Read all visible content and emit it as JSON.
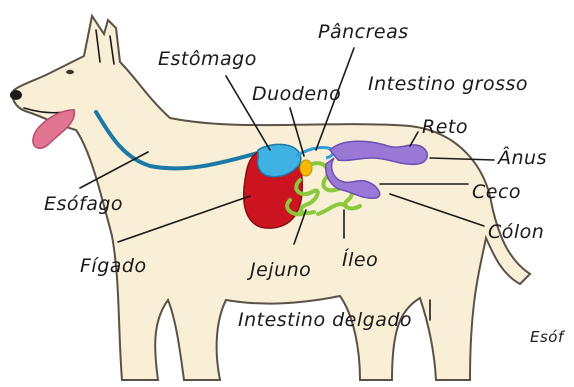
{
  "diagram": {
    "labels": {
      "estomago": "Estômago",
      "pancreas": "Pâncreas",
      "duodeno": "Duodeno",
      "intestino_grosso": "Intestino grosso",
      "reto": "Reto",
      "anus": "Ânus",
      "ceco": "Ceco",
      "colon": "Cólon",
      "esofago": "Esófago",
      "figado": "Fígado",
      "jejuno": "Jejuno",
      "ileo": "Íleo",
      "intestino_delgado": "Intestino delgado",
      "partial_esofago": "Esóf"
    },
    "colors": {
      "body": "#f8efd6",
      "outline": "#5b5246",
      "tongue": "#e27592",
      "esophagus": "#1b79a6",
      "stomach": "#3fb1e3",
      "liver": "#cc1420",
      "pancreas": "#f6b800",
      "duodenum": "#2f9fd8",
      "small_intestine": "#8ac83c",
      "large_intestine": "#9a79d6"
    }
  }
}
